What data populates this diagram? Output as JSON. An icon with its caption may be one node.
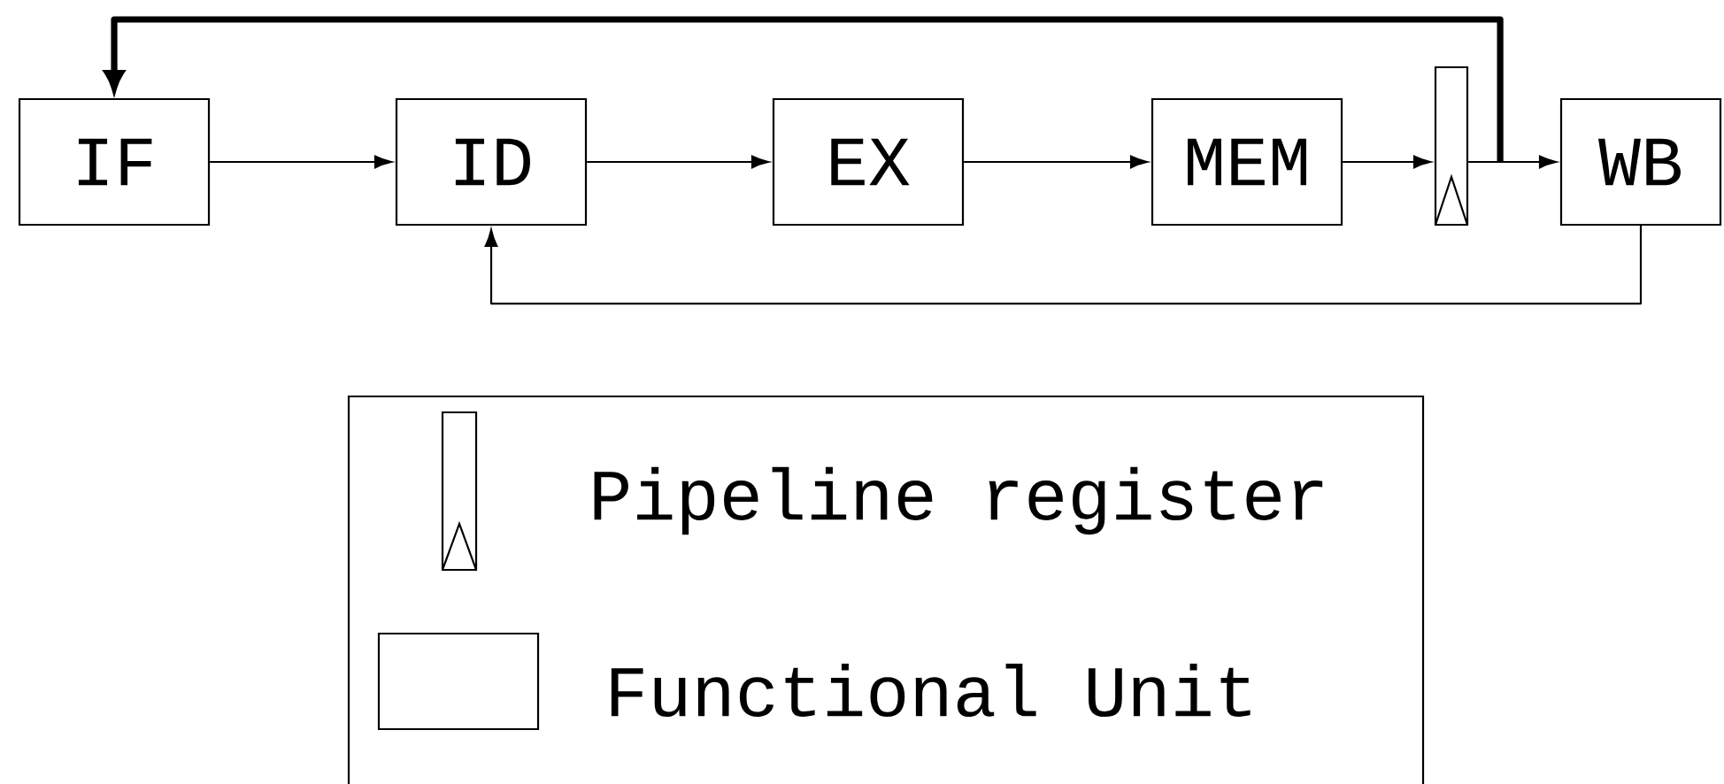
{
  "diagram": {
    "nodes": [
      {
        "text": [
          "IF"
        ]
      },
      {
        "text": [
          "ID"
        ]
      },
      {
        "text": [
          "EX"
        ]
      },
      {
        "text": [
          "MEM"
        ]
      },
      {
        "text": [],
        "shape": "bar"
      },
      {
        "text": [
          "WB"
        ]
      }
    ],
    "edges": [
      {
        "from": 0,
        "to": 1,
        "arrow": "to"
      },
      {
        "from": 1,
        "to": 2,
        "arrow": "to"
      },
      {
        "from": 2,
        "to": 3,
        "arrow": "to"
      },
      {
        "from": 3,
        "to": 4,
        "arrow": "to"
      },
      {
        "from": 4,
        "to": 5,
        "arrow": "to"
      },
      {
        "from": 4,
        "to": 0,
        "arrow": "to",
        "style": "thick"
      },
      {
        "from": 5,
        "to": 1,
        "arrow": "to"
      }
    ],
    "legend": [
      {
        "text": "Pipeline register"
      },
      {
        "text": "Functional Unit"
      }
    ]
  }
}
